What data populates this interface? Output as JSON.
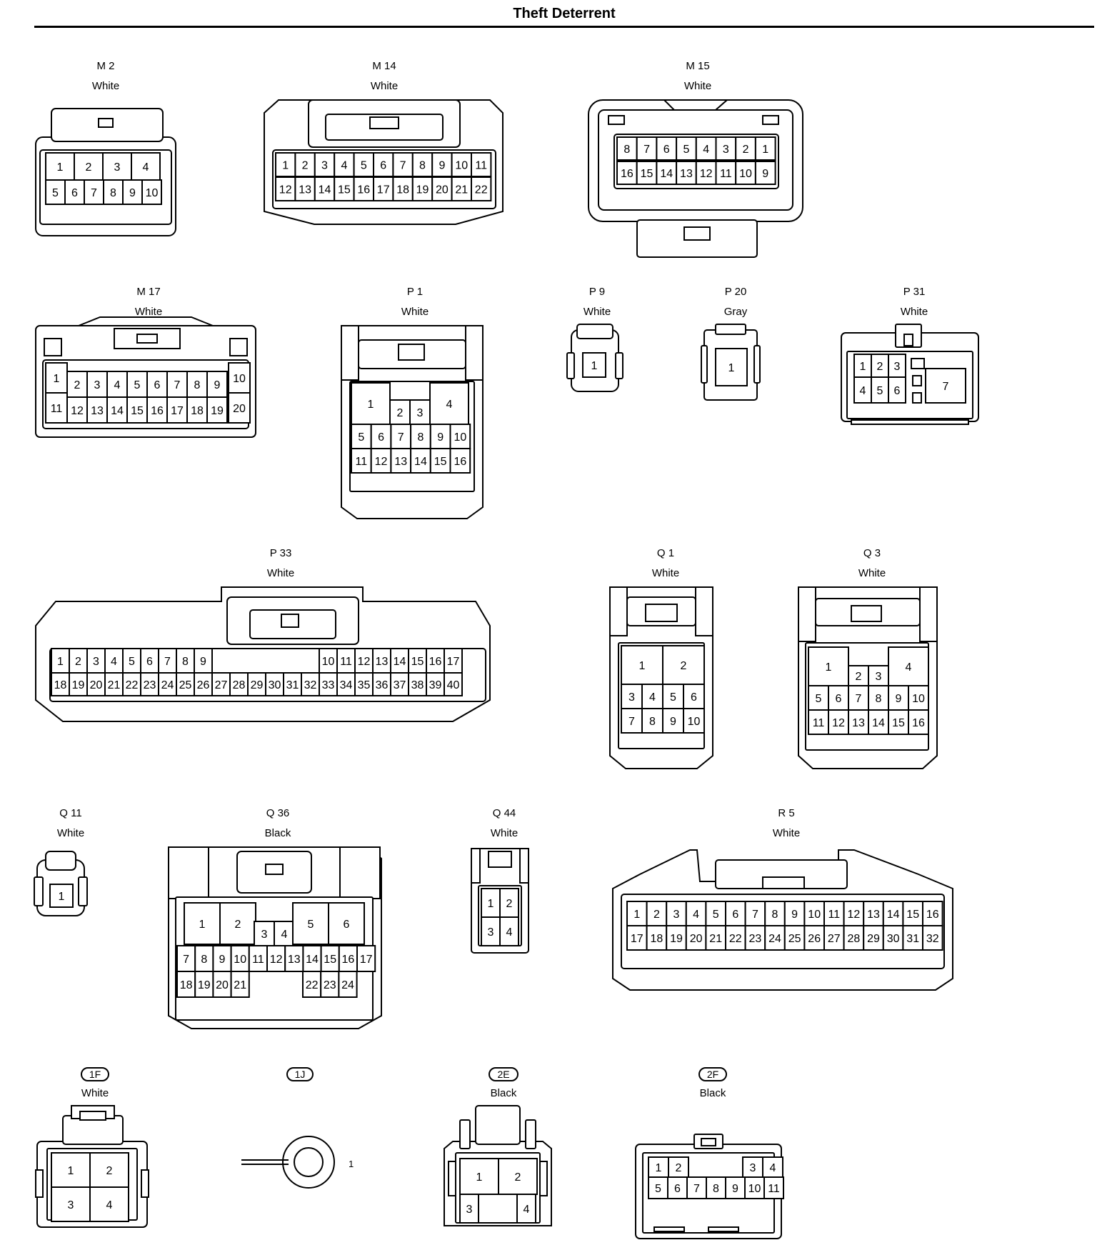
{
  "page": {
    "title": "Theft Deterrent"
  },
  "connectors": [
    {
      "id": "M 2",
      "color": "White",
      "pins": [
        "1",
        "2",
        "3",
        "4",
        "5",
        "6",
        "7",
        "8",
        "9",
        "10"
      ]
    },
    {
      "id": "M 14",
      "color": "White",
      "pins": [
        "1",
        "2",
        "3",
        "4",
        "5",
        "6",
        "7",
        "8",
        "9",
        "10",
        "11",
        "12",
        "13",
        "14",
        "15",
        "16",
        "17",
        "18",
        "19",
        "20",
        "21",
        "22"
      ]
    },
    {
      "id": "M 15",
      "color": "White",
      "pins": [
        "8",
        "7",
        "6",
        "5",
        "4",
        "3",
        "2",
        "1",
        "16",
        "15",
        "14",
        "13",
        "12",
        "11",
        "10",
        "9"
      ]
    },
    {
      "id": "M 17",
      "color": "White",
      "pins": [
        "1",
        "2",
        "3",
        "4",
        "5",
        "6",
        "7",
        "8",
        "9",
        "10",
        "11",
        "12",
        "13",
        "14",
        "15",
        "16",
        "17",
        "18",
        "19",
        "20"
      ]
    },
    {
      "id": "P 1",
      "color": "White",
      "pins": [
        "1",
        "2",
        "3",
        "4",
        "5",
        "6",
        "7",
        "8",
        "9",
        "10",
        "11",
        "12",
        "13",
        "14",
        "15",
        "16"
      ]
    },
    {
      "id": "P 9",
      "color": "White",
      "pins": [
        "1"
      ]
    },
    {
      "id": "P 20",
      "color": "Gray",
      "pins": [
        "1"
      ]
    },
    {
      "id": "P 31",
      "color": "White",
      "pins": [
        "1",
        "2",
        "3",
        "4",
        "5",
        "6",
        "7"
      ]
    },
    {
      "id": "P 33",
      "color": "White",
      "pins": [
        "1",
        "2",
        "3",
        "4",
        "5",
        "6",
        "7",
        "8",
        "9",
        "10",
        "11",
        "12",
        "13",
        "14",
        "15",
        "16",
        "17",
        "18",
        "19",
        "20",
        "21",
        "22",
        "23",
        "24",
        "25",
        "26",
        "27",
        "28",
        "29",
        "30",
        "31",
        "32",
        "33",
        "34",
        "35",
        "36",
        "37",
        "38",
        "39",
        "40"
      ]
    },
    {
      "id": "Q 1",
      "color": "White",
      "pins": [
        "1",
        "2",
        "3",
        "4",
        "5",
        "6",
        "7",
        "8",
        "9",
        "10"
      ]
    },
    {
      "id": "Q 3",
      "color": "White",
      "pins": [
        "1",
        "2",
        "3",
        "4",
        "5",
        "6",
        "7",
        "8",
        "9",
        "10",
        "11",
        "12",
        "13",
        "14",
        "15",
        "16"
      ]
    },
    {
      "id": "Q 11",
      "color": "White",
      "pins": [
        "1"
      ]
    },
    {
      "id": "Q 36",
      "color": "Black",
      "pins": [
        "1",
        "2",
        "3",
        "4",
        "5",
        "6",
        "7",
        "8",
        "9",
        "10",
        "11",
        "12",
        "13",
        "14",
        "15",
        "16",
        "17",
        "18",
        "19",
        "20",
        "21",
        "22",
        "23",
        "24"
      ]
    },
    {
      "id": "Q 44",
      "color": "White",
      "pins": [
        "1",
        "2",
        "3",
        "4"
      ]
    },
    {
      "id": "R 5",
      "color": "White",
      "pins": [
        "1",
        "2",
        "3",
        "4",
        "5",
        "6",
        "7",
        "8",
        "9",
        "10",
        "11",
        "12",
        "13",
        "14",
        "15",
        "16",
        "17",
        "18",
        "19",
        "20",
        "21",
        "22",
        "23",
        "24",
        "25",
        "26",
        "27",
        "28",
        "29",
        "30",
        "31",
        "32"
      ]
    },
    {
      "id": "1F",
      "color": "White",
      "pins": [
        "1",
        "2",
        "3",
        "4"
      ]
    },
    {
      "id": "1J",
      "color": "",
      "pins": [
        "1"
      ]
    },
    {
      "id": "2E",
      "color": "Black",
      "pins": [
        "1",
        "2",
        "3",
        "4"
      ]
    },
    {
      "id": "2F",
      "color": "Black",
      "pins": [
        "1",
        "2",
        "3",
        "4",
        "5",
        "6",
        "7",
        "8",
        "9",
        "10",
        "11"
      ]
    }
  ]
}
